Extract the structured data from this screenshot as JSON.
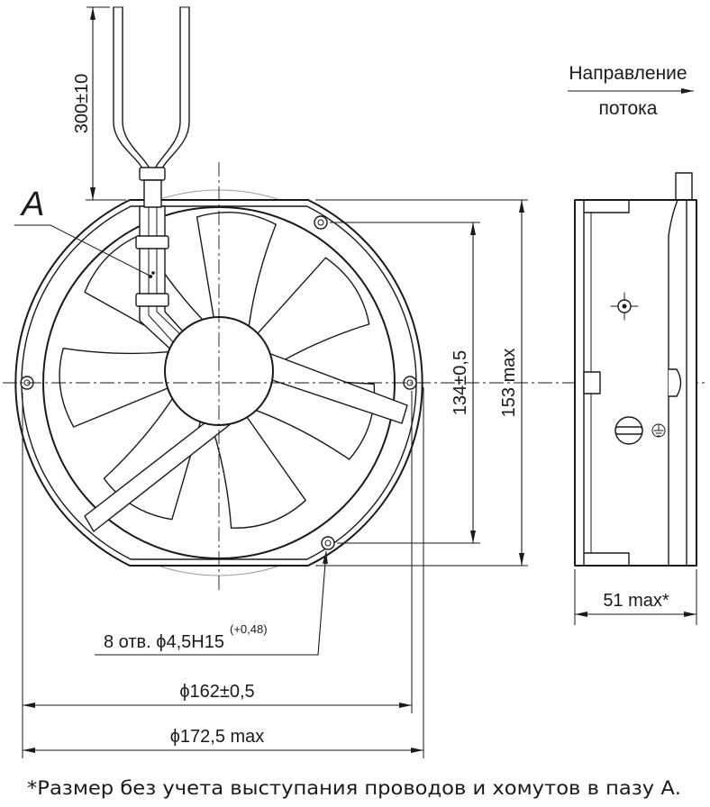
{
  "drawing": {
    "detail_label": "A",
    "wire_length": "300±10",
    "flow_direction": {
      "line1": "Направление",
      "line2": "потока"
    },
    "hole_spacing": "134±0,5",
    "frame_height": "153 max",
    "frame_depth": "51 max*",
    "mounting_holes": {
      "label": "8 отв. ϕ4,5H15",
      "tolerance": "(+0,48)"
    },
    "hole_circle_diameter": "ϕ162±0,5",
    "outer_diameter": "ϕ172,5 max",
    "footnote": "*Размер без учета выступания проводов и хомутов в пазу А."
  },
  "colors": {
    "line": "#1a1a1a",
    "background": "#ffffff"
  }
}
